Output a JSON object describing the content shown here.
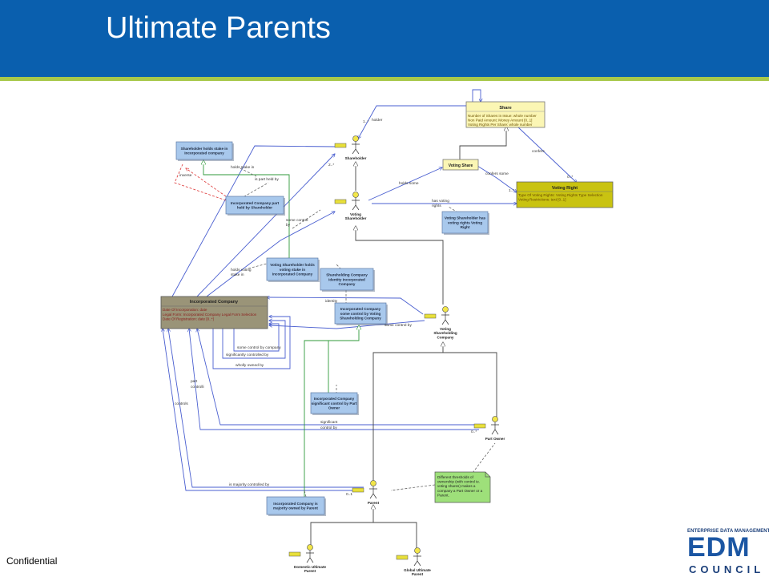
{
  "slide": {
    "title": "Ultimate Parents",
    "footer": "Confidential",
    "logo": {
      "top_text": "ENTERPRISE DATA MANAGEMENT",
      "main_text": "EDM",
      "bottom_text": "COUNCIL"
    }
  },
  "diagram": {
    "classes": [
      {
        "id": "share",
        "name": "Share",
        "attributes": [
          "Number of Shares in Issue:  whole number",
          "Non Paid Amount:  Money Amount [0..1]",
          "Voting Rights Per Share:  whole number"
        ]
      },
      {
        "id": "voting-right",
        "name": "Voting Right",
        "attributes": [
          "Type Of Voting Rights:  Voting Rights Type Selection",
          "Voting Restrictions:  text [0..1]"
        ]
      },
      {
        "id": "incorporated-company",
        "name": "Incorporated Company",
        "attributes": [
          "Date Of Incorporation:  date",
          "Legal Form:  Incorporated Company Legal Form Selection",
          "Date Of Registration:  date [0..*]"
        ]
      },
      {
        "id": "voting-share",
        "name": "Voting Share",
        "attributes": []
      }
    ],
    "notes": [
      {
        "id": "shareholder-stake",
        "lines": [
          "Shareholder holds stake in",
          "Incorporated company"
        ]
      },
      {
        "id": "company-part-held",
        "lines": [
          "Incorporated Company part",
          "held by Shareholder"
        ]
      },
      {
        "id": "voting-shareholder-stake",
        "lines": [
          "Voting Shareholder holds",
          "voting stake in",
          "Incorporated Company"
        ]
      },
      {
        "id": "voting-rights-note",
        "lines": [
          "Voting Shareholder has",
          "voting rights Voting",
          "Right"
        ]
      },
      {
        "id": "shareholding-identity",
        "lines": [
          "Shareholding Company",
          "identity Incorporated",
          "Company"
        ]
      },
      {
        "id": "some-control",
        "lines": [
          "Incorporated Company",
          "some control by Voting",
          "Shareholding Company"
        ]
      },
      {
        "id": "significant-control",
        "lines": [
          "Incorporated Company",
          "significant control by Part",
          "Owner"
        ]
      },
      {
        "id": "majority-owned",
        "lines": [
          "Incorporated Company is",
          "majority owned by Parent"
        ]
      }
    ],
    "comment": {
      "lines": [
        "Different thresholds of",
        "ownership (with control ie.",
        "voting shares) makes a",
        "company a Part Owner or a",
        "Parent."
      ]
    },
    "actors": [
      {
        "id": "shareholder",
        "lines": [
          "Shareholder"
        ]
      },
      {
        "id": "voting-shareholder",
        "lines": [
          "Voting",
          "Shareholder"
        ]
      },
      {
        "id": "voting-shareholding-company",
        "lines": [
          "Voting",
          "Shareholding",
          "Company"
        ]
      },
      {
        "id": "part-owner",
        "lines": [
          "Part Owner"
        ]
      },
      {
        "id": "parent",
        "lines": [
          "Parent"
        ]
      },
      {
        "id": "domestic-ultimate-parent",
        "lines": [
          "Domestic Ultimate",
          "Parent"
        ]
      },
      {
        "id": "global-ultimate-parent",
        "lines": [
          "Global Ultimate",
          "Parent"
        ]
      }
    ],
    "labels": {
      "holder": "holder",
      "one_many": "1..*",
      "two_many": "2..*",
      "zero_many": "0..*",
      "zero_one": "0..1",
      "confers": "confers",
      "confers_some": "confers some",
      "holds_some": "holds some",
      "has_voting": "has voting",
      "rights": "rights",
      "holds_stake_in": "holds stake in",
      "is_part_held_by": "is part held by",
      "inverse": "inverse",
      "some_control": "some control",
      "by": "by",
      "holds_voting": "holds voting",
      "stake_in": "stake in",
      "identity": "identity",
      "some_control_by": "some control by",
      "some_control_by_company": "some control by company",
      "significantly_controlled_by": "significantly controlled by",
      "wholly_owned_by": "wholly owned by",
      "part": "part",
      "controls_short": "controlli",
      "controls": "controls",
      "significant": "significant",
      "control_by": "control by",
      "is_majority_controlled_by": "is majority controlled by"
    }
  }
}
